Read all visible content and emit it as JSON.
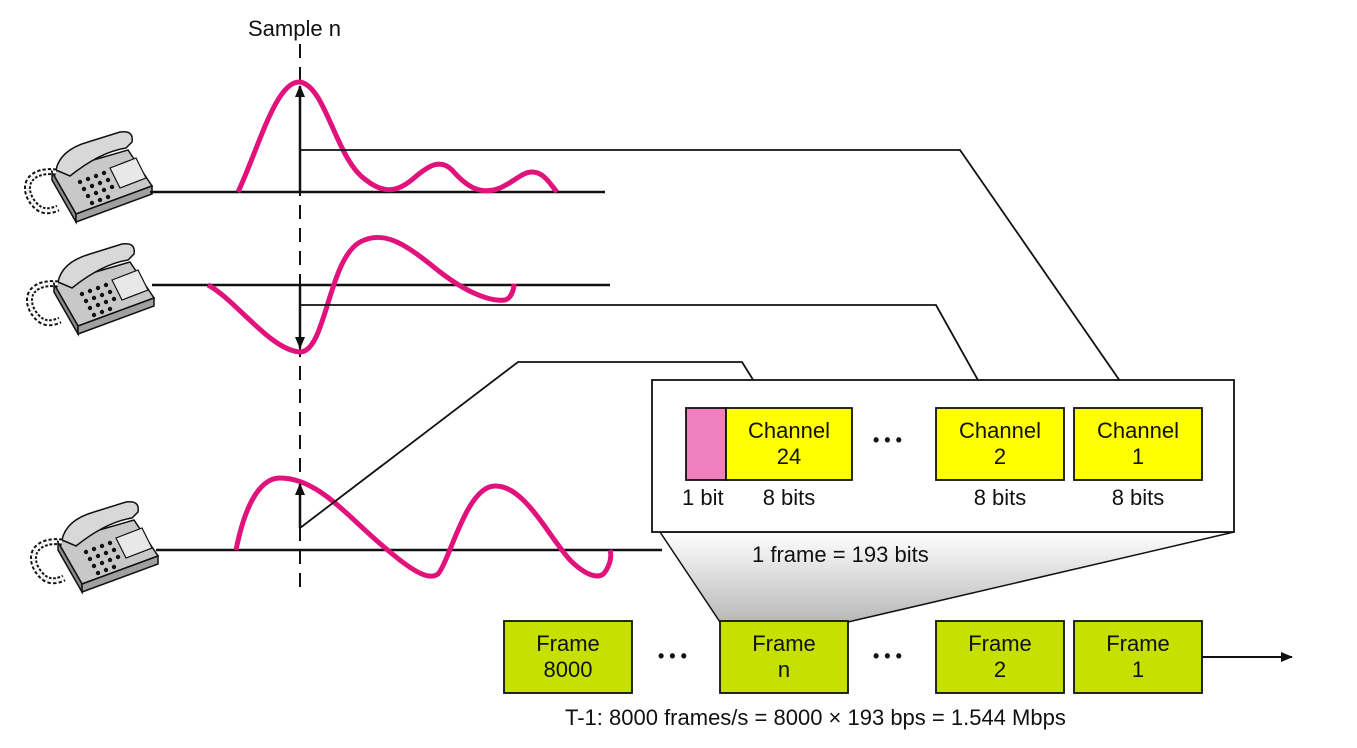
{
  "sample_label": "Sample n",
  "frame_detail": {
    "framing_bit_label": "1 bit",
    "channels": [
      {
        "line1": "Channel",
        "line2": "24",
        "bits": "8 bits"
      },
      {
        "line1": "Channel",
        "line2": "2",
        "bits": "8 bits"
      },
      {
        "line1": "Channel",
        "line2": "1",
        "bits": "8 bits"
      }
    ],
    "ellipsis": "• • •",
    "frame_size_label": "1 frame = 193 bits"
  },
  "frame_stream": {
    "frames": [
      {
        "line1": "Frame",
        "line2": "8000"
      },
      {
        "line1": "Frame",
        "line2": "n"
      },
      {
        "line1": "Frame",
        "line2": "2"
      },
      {
        "line1": "Frame",
        "line2": "1"
      }
    ],
    "ellipsis": "• • •",
    "rate_label": "T-1: 8000 frames/s = 8000 × 193 bps = 1.544 Mbps"
  },
  "colors": {
    "waveform": "#e2127c",
    "channel_fill": "#ffff00",
    "framing_bit_fill": "#f07fbf",
    "frame_fill": "#c6e000",
    "line": "#111111"
  },
  "icons": [
    "telephone-icon",
    "telephone-icon",
    "telephone-icon"
  ]
}
